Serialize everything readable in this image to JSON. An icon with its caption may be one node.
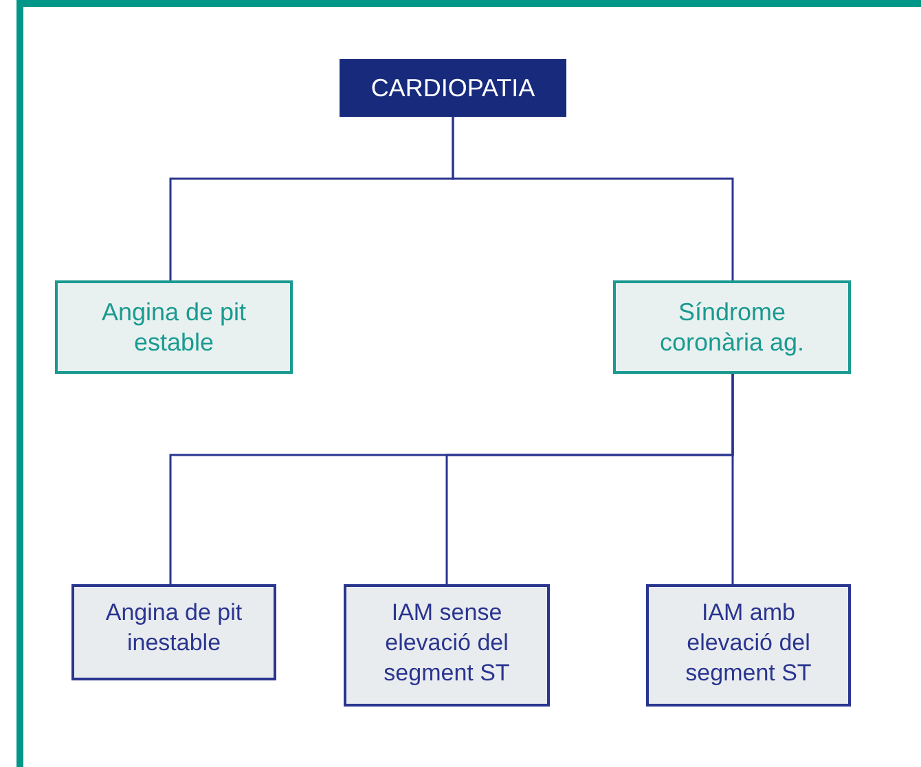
{
  "diagram": {
    "nodes": [
      {
        "text": [
          "CARDIOPATIA"
        ]
      },
      {
        "text": [
          "Angina de pit estable"
        ]
      },
      {
        "text": [
          "Síndrome coronària ag."
        ]
      },
      {
        "text": [
          "Angina de pit inestable"
        ]
      },
      {
        "text": [
          "IAM sense elevació del segment ST"
        ]
      },
      {
        "text": [
          "IAM amb elevació del segment ST"
        ]
      }
    ],
    "edges": [
      {
        "from": 0,
        "to": 1,
        "arrow": "none"
      },
      {
        "from": 0,
        "to": 2,
        "arrow": "none"
      },
      {
        "from": 2,
        "to": 3,
        "arrow": "none"
      },
      {
        "from": 2,
        "to": 4,
        "arrow": "none"
      },
      {
        "from": 2,
        "to": 5,
        "arrow": "none"
      }
    ]
  }
}
